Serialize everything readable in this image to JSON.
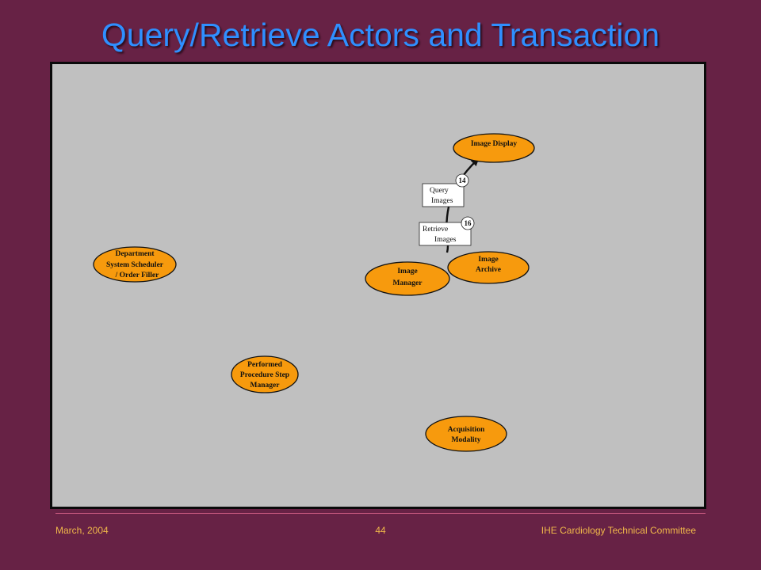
{
  "title": "Query/Retrieve Actors and Transaction",
  "actors": {
    "image_display": [
      "Image Display"
    ],
    "image_archive": [
      "Image",
      "Archive"
    ],
    "image_manager": [
      "Image",
      "Manager"
    ],
    "dss_of": [
      "Department",
      "System Scheduler",
      "/ Order Filler"
    ],
    "ppsm": [
      "Performed",
      "Procedure Step",
      "Manager"
    ],
    "acquisition_modality": [
      "Acquisition",
      "Modality"
    ]
  },
  "transactions": {
    "query_images": {
      "number": "14",
      "label": [
        "Query",
        "Images"
      ]
    },
    "retrieve_images": {
      "number": "16",
      "label": [
        "Retrieve",
        "Images"
      ]
    }
  },
  "footer": {
    "date": "March, 2004",
    "page_number": "44",
    "committee": "IHE Cardiology Technical Committee"
  }
}
